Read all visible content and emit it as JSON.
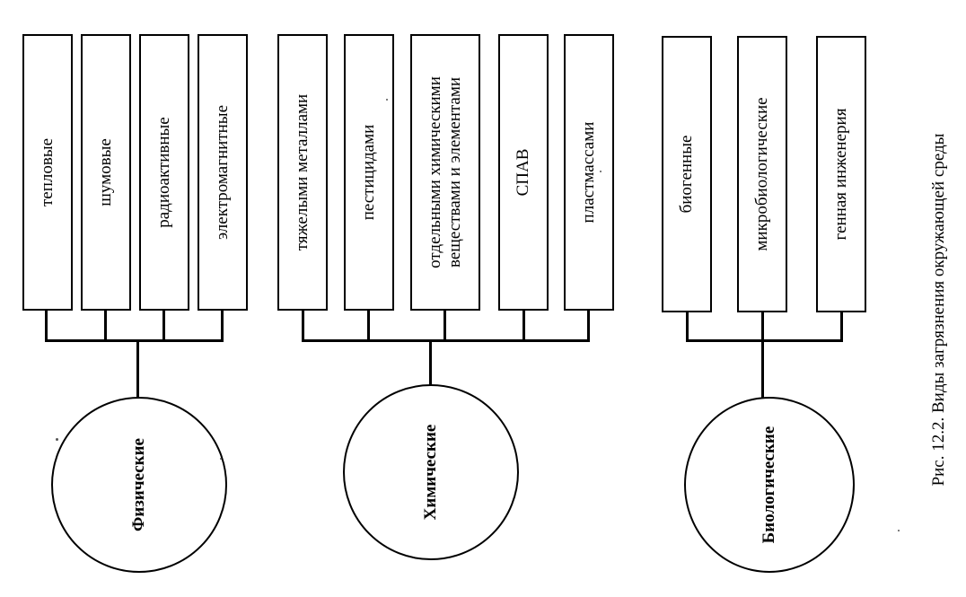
{
  "groups": [
    {
      "name": "Физические",
      "items": [
        "тепловые",
        "шумовые",
        "радиоактивные",
        "электромагнитные"
      ]
    },
    {
      "name": "Химические",
      "items": [
        "тяжелыми металлами",
        "пестицидами",
        "отдельными химическими веществами и элементами",
        "СПАВ",
        "пластмассами"
      ]
    },
    {
      "name": "Биологические",
      "items": [
        "биогенные",
        "микробиологические",
        "генная инженерия"
      ]
    }
  ],
  "caption": "Рис. 12.2. Виды загрязнения окружающей среды"
}
